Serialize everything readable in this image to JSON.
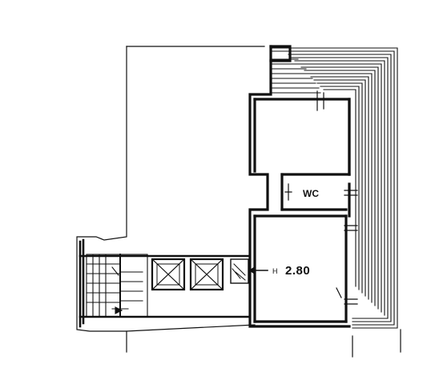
{
  "plan": {
    "rooms": {
      "wc_label": "WC"
    },
    "height_marker": {
      "prefix": "H",
      "value": "2.80"
    }
  }
}
